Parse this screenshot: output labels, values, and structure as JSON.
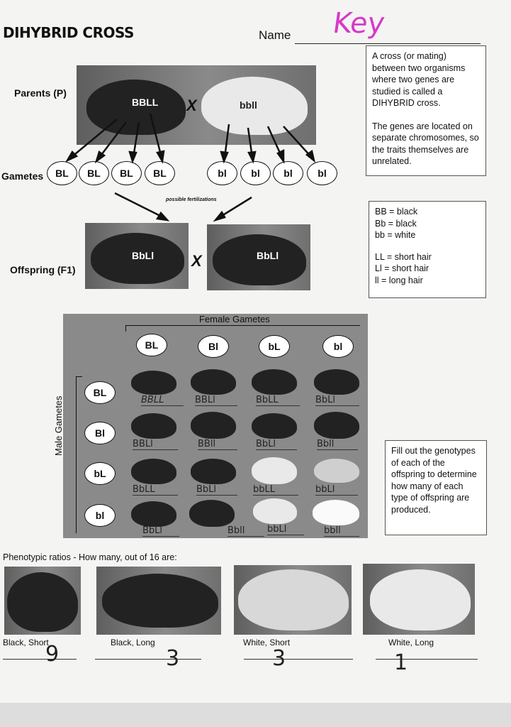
{
  "header": {
    "title": "DIHYBRID CROSS",
    "name_label": "Name",
    "name_value": "Key"
  },
  "info_box": {
    "para1": "A cross (or mating) between two organisms where two genes are studied is called a DIHYBRID cross.",
    "para2": "The genes are located on separate chromosomes, so the traits themselves are unrelated."
  },
  "legend_box": {
    "lines": [
      "BB = black",
      "Bb = black",
      "bb = white",
      "LL = short hair",
      "Ll = short hair",
      "ll = long hair"
    ]
  },
  "parents": {
    "label": "Parents (P)",
    "left_geno": "BBLL",
    "cross": "X",
    "right_geno": "bbll"
  },
  "gametes": {
    "label": "Gametes",
    "items": [
      "BL",
      "BL",
      "BL",
      "BL",
      "bl",
      "bl",
      "bl",
      "bl"
    ]
  },
  "fert_label": "possible fertilizations",
  "offspring": {
    "label": "Offspring (F1)",
    "left_geno": "BbLl",
    "cross": "X",
    "right_geno": "BbLl"
  },
  "punnett": {
    "female_label": "Female Gametes",
    "male_label": "Male Gametes",
    "female": [
      "BL",
      "Bl",
      "bL",
      "bl"
    ],
    "male": [
      "BL",
      "Bl",
      "bL",
      "bl"
    ],
    "cells": [
      [
        "BBLL",
        "BBLl",
        "BbLL",
        "BbLl"
      ],
      [
        "BBLl",
        "BBll",
        "BbLl",
        "Bbll"
      ],
      [
        "BbLL",
        "BbLl",
        "bbLL",
        "bbLl"
      ],
      [
        "BbLl",
        "Bbll",
        "bbLl",
        "bbll"
      ]
    ]
  },
  "fill_box": "Fill out the genotypes of each of the offspring to determine how many of each type of offspring are produced.",
  "ratios": {
    "label": "Phenotypic ratios - How many, out of 16 are:",
    "items": [
      {
        "caption": "Black, Short",
        "answer": "9"
      },
      {
        "caption": "Black, Long",
        "answer": "3"
      },
      {
        "caption": "White, Short",
        "answer": "3"
      },
      {
        "caption": "White, Long",
        "answer": "1"
      }
    ]
  }
}
